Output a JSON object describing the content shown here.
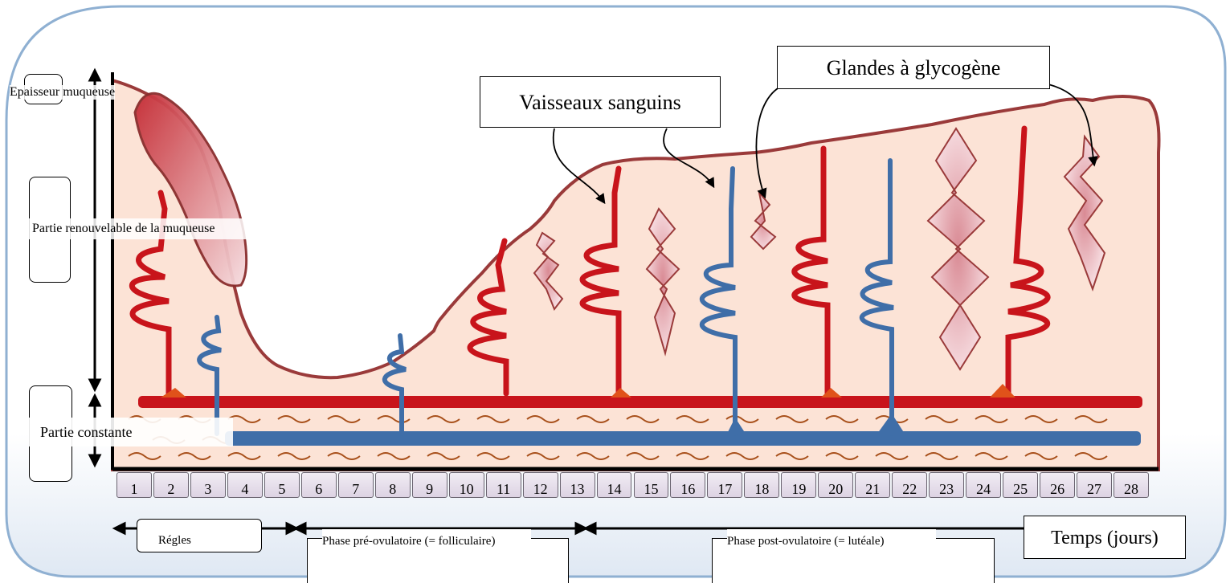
{
  "labels": {
    "epaisseur": "Epaisseur muqueuse",
    "renouvelable": "Partie renouvelable de la muqueuse",
    "constante": "Partie constante",
    "vaisseaux": "Vaisseaux sanguins",
    "glandes": "Glandes à glycogène",
    "regles": "Régles",
    "pre_ovulatoire": "Phase pré-ovulatoire (= folliculaire)",
    "post_ovulatoire": "Phase post-ovulatoire (= lutéale)",
    "temps": "Temps (jours)"
  },
  "days": [
    "1",
    "2",
    "3",
    "4",
    "5",
    "6",
    "7",
    "8",
    "9",
    "10",
    "11",
    "12",
    "13",
    "14",
    "15",
    "16",
    "17",
    "18",
    "19",
    "20",
    "21",
    "22",
    "23",
    "24",
    "25",
    "26",
    "27",
    "28"
  ],
  "colors": {
    "mucosa": "#fce3d6",
    "mucosa_outline": "#9a3a3a",
    "artery": "#c8141b",
    "vein": "#3f6ea8",
    "gland": "#d98a94",
    "fiber": "#a8501b",
    "frame": "#8fb0d2"
  }
}
